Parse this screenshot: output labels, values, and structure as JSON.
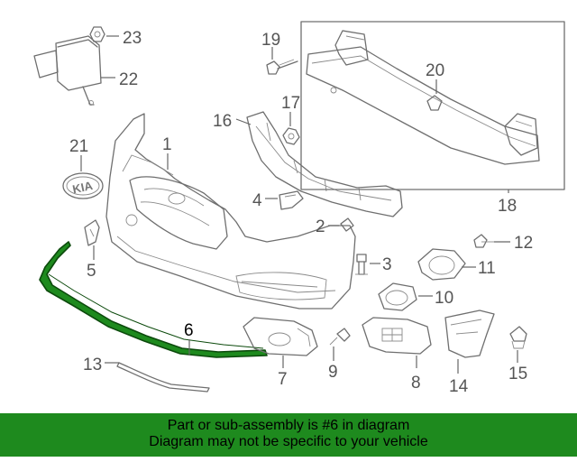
{
  "labels": {
    "p1": "1",
    "p2": "2",
    "p3": "3",
    "p4": "4",
    "p5": "5",
    "p6": "6",
    "p7": "7",
    "p8": "8",
    "p9": "9",
    "p10": "10",
    "p11": "11",
    "p12": "12",
    "p13": "13",
    "p14": "14",
    "p15": "15",
    "p16": "16",
    "p17": "17",
    "p18": "18",
    "p19": "19",
    "p20": "20",
    "p21": "21",
    "p22": "22",
    "p23": "23"
  },
  "highlight_color": "#1e8a1e",
  "banner": {
    "line1": "Part or sub-assembly is #6 in diagram",
    "line2": "Diagram may not be specific to your vehicle"
  }
}
